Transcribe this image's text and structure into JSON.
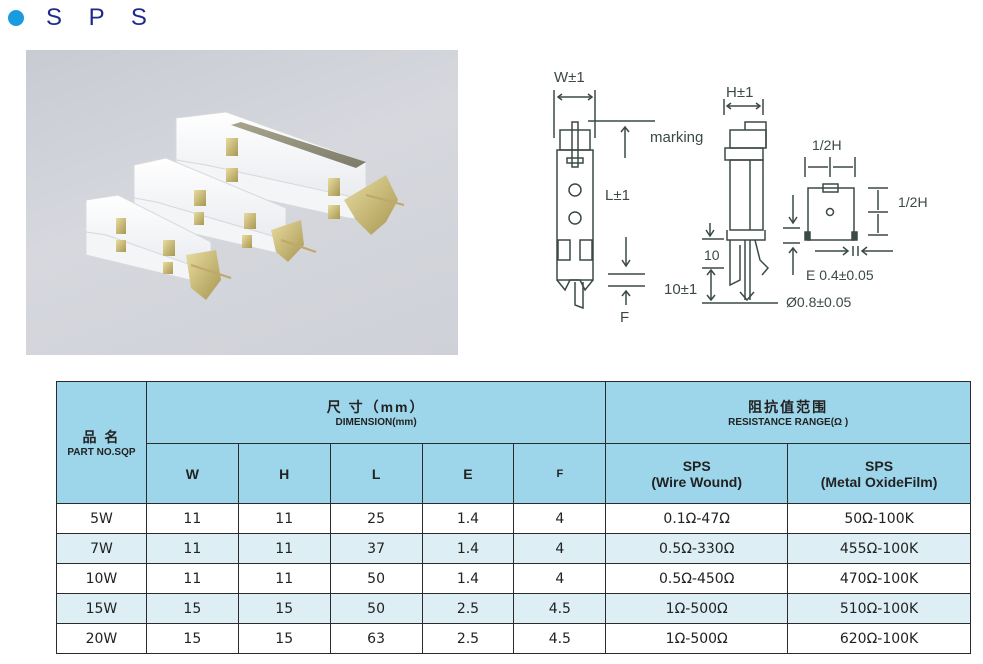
{
  "header": {
    "bullet_color": "#1a9be0",
    "title": "S P S"
  },
  "photo": {
    "subject": "three white ceramic SPS cement resistors with metal brackets and pins"
  },
  "drawing": {
    "labels": {
      "w": "W±1",
      "h": "H±1",
      "marking": "marking",
      "l": "L±1",
      "f": "F",
      "ten": "10",
      "ten_tol": "10±1",
      "half_h_top": "1/2H",
      "half_h_side": "1/2H",
      "e": "E 0.4±0.05",
      "diameter": "Ø0.8±0.05"
    }
  },
  "table": {
    "header": {
      "part_cn": "品 名",
      "part_en": "PART NO.SQP",
      "dim_cn": "尺 寸（mm）",
      "dim_en": "DIMENSION(mm)",
      "res_cn": "阻抗值范围",
      "res_en": "RESISTANCE RANGE(Ω )",
      "cols": [
        "W",
        "H",
        "L",
        "E",
        "F"
      ],
      "res_cols": [
        {
          "line1": "SPS",
          "line2": "(Wire Wound)"
        },
        {
          "line1": "SPS",
          "line2": "(Metal OxideFilm)"
        }
      ]
    },
    "rows": [
      {
        "part": "5W",
        "w": "11",
        "h": "11",
        "l": "25",
        "e": "1.4",
        "f": "4",
        "wire": "0.1Ω-47Ω",
        "metal": "50Ω-100K"
      },
      {
        "part": "7W",
        "w": "11",
        "h": "11",
        "l": "37",
        "e": "1.4",
        "f": "4",
        "wire": "0.5Ω-330Ω",
        "metal": "455Ω-100K"
      },
      {
        "part": "10W",
        "w": "11",
        "h": "11",
        "l": "50",
        "e": "1.4",
        "f": "4",
        "wire": "0.5Ω-450Ω",
        "metal": "470Ω-100K"
      },
      {
        "part": "15W",
        "w": "15",
        "h": "15",
        "l": "50",
        "e": "2.5",
        "f": "4.5",
        "wire": "1Ω-500Ω",
        "metal": "510Ω-100K"
      },
      {
        "part": "20W",
        "w": "15",
        "h": "15",
        "l": "63",
        "e": "2.5",
        "f": "4.5",
        "wire": "1Ω-500Ω",
        "metal": "620Ω-100K"
      }
    ],
    "colors": {
      "header_bg": "#9dd6ea",
      "alt_row_bg": "#ddeff4",
      "border": "#2b2b2b"
    }
  }
}
